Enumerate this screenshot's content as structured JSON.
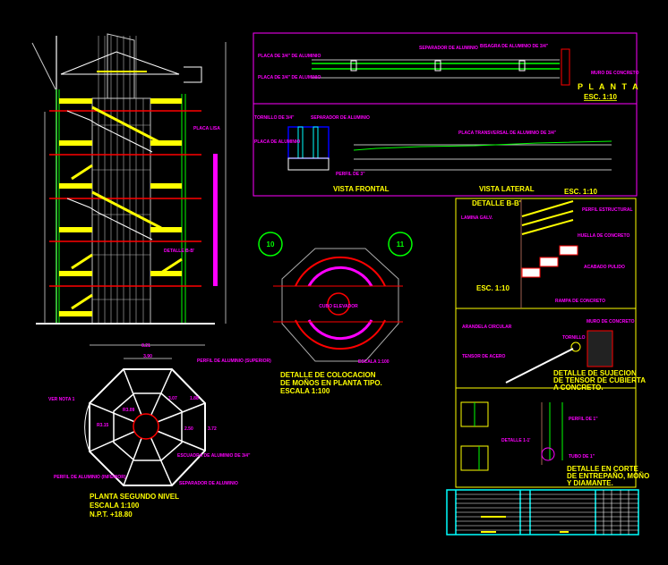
{
  "colors": {
    "background": "#000000",
    "frame": "#ff00ff",
    "yellow": "#ffff00",
    "red": "#ff0000",
    "green": "#00ff00",
    "cyan": "#00ffff",
    "grey": "#c0c0c0",
    "blue": "#0000ff"
  },
  "top_panel": {
    "plan_title": "P L A N T A",
    "plan_scale": "ESC. 1:10",
    "plan_labels": [
      "PLACA DE 3/4\" DE ALUMINIO",
      "PLACA DE 3/4\" DE ALUMINIO",
      "SEPARADOR DE ALUMINIO",
      "BISAGRA DE ALUMINIO DE 3/4\"",
      "MURO DE CONCRETO"
    ],
    "front_view_title": "VISTA FRONTAL",
    "lateral_view_title": "VISTA LATERAL",
    "views_scale": "ESC. 1:10",
    "front_labels": [
      "TORNILLO DE 3/4\"",
      "SEPARADOR DE ALUMINIO",
      "PLACA DE ALUMINIO",
      "PERFIL DE 3\""
    ],
    "lateral_labels": [
      "PLACA TRANSVERSAL DE ALUMINIO DE 3/4\""
    ]
  },
  "floor_plan": {
    "axis_left": "10",
    "axis_right": "11",
    "center_label": "CUBO ELEVADOR",
    "scale_small": "ESCALA 1:100",
    "title_lines": [
      "DETALLE DE COLOCACION",
      "DE MOÑOS EN PLANTA TIPO.",
      "ESCALA 1:100"
    ]
  },
  "detail_b": {
    "title": "DETALLE B-B'",
    "scale": "ESC. 1:10",
    "labels": [
      "PERFIL ESTRUCTURAL",
      "LAMINA GALV.",
      "HUELLA DE CONCRETO",
      "ACABADO PULIDO",
      "RAMPA DE CONCRETO"
    ]
  },
  "detail_tensor": {
    "title_lines": [
      "DETALLE DE SUJECION",
      "DE TENSOR DE CUBIERTA",
      "A CONCRETO."
    ],
    "labels": [
      "ARANDELA CIRCULAR",
      "TENSOR DE ACERO",
      "TORNILLO",
      "MURO DE CONCRETO"
    ]
  },
  "detail_corte": {
    "title_lines": [
      "DETALLE EN CORTE",
      "DE ENTREPAÑO, MOÑO",
      "Y DIAMANTE."
    ],
    "labels": [
      "DETALLE 1-1'",
      "PERFIL DE 1\"",
      "TUBO DE 1\""
    ]
  },
  "octagon_plan": {
    "title_lines": [
      "PLANTA SEGUNDO NIVEL",
      "ESCALA 1:100",
      "N.P.T. +18.80"
    ],
    "dims": [
      "8.21",
      "3.90",
      "3.07",
      "1.88",
      "2.50",
      "3.72"
    ],
    "labels": [
      "PERFIL DE ALUMINIO (SUPERIOR)",
      "VER NOTA 1",
      "PERFIL DE ALUMINIO (INFERIOR)",
      "ESCUADRA DE ALUMINIO DE 3/4\"",
      "SEPARADOR DE ALUMINIO",
      "R3.09",
      "R3.15"
    ]
  },
  "elevation": {
    "labels": [
      "DETALLE B-B'",
      "PLACA LISA"
    ]
  }
}
